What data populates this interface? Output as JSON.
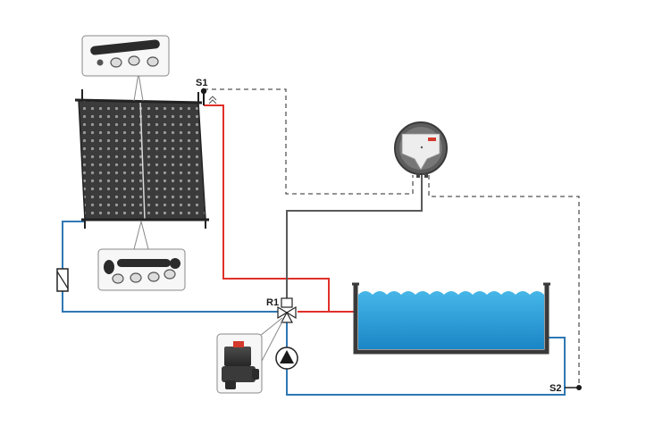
{
  "labels": {
    "sensor_1": "S1",
    "sensor_2": "S2",
    "valve": "R1"
  },
  "colors": {
    "hot_pipe": "#e0302a",
    "cold_pipe": "#2f78b4",
    "return_pipe": "#555555",
    "signal_wire": "#555555",
    "water": "#2a9fd6",
    "panel": "#3a3a3a"
  }
}
